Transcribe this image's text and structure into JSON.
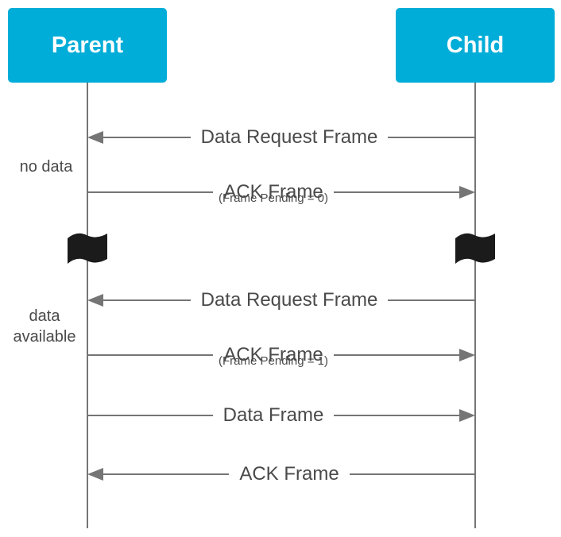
{
  "diagram": {
    "type": "sequence-diagram",
    "actors": [
      {
        "label": "Parent"
      },
      {
        "label": "Child"
      }
    ],
    "messages": [
      {
        "label": "Data Request Frame",
        "sublabel": "",
        "from": "Child",
        "to": "Parent",
        "direction": "left"
      },
      {
        "label": "ACK Frame",
        "sublabel": "(Frame Pending = 0)",
        "from": "Parent",
        "to": "Child",
        "direction": "right"
      },
      {
        "label": "Data Request Frame",
        "sublabel": "",
        "from": "Child",
        "to": "Parent",
        "direction": "left"
      },
      {
        "label": "ACK Frame",
        "sublabel": "(Frame Pending = 1)",
        "from": "Parent",
        "to": "Child",
        "direction": "right"
      },
      {
        "label": "Data Frame",
        "sublabel": "",
        "from": "Parent",
        "to": "Child",
        "direction": "right"
      },
      {
        "label": "ACK Frame",
        "sublabel": "",
        "from": "Child",
        "to": "Parent",
        "direction": "left"
      }
    ],
    "annotations": [
      {
        "text": "no data"
      },
      {
        "text": "data available"
      }
    ],
    "icons": [
      {
        "name": "break-flag-icon",
        "count": 2
      }
    ],
    "colors": {
      "actor_box": "#00ADD8",
      "actor_text": "#ffffff",
      "line": "#757575",
      "label_text": "#4a4a4a",
      "flag": "#1b1b1b",
      "background": "#ffffff"
    }
  }
}
